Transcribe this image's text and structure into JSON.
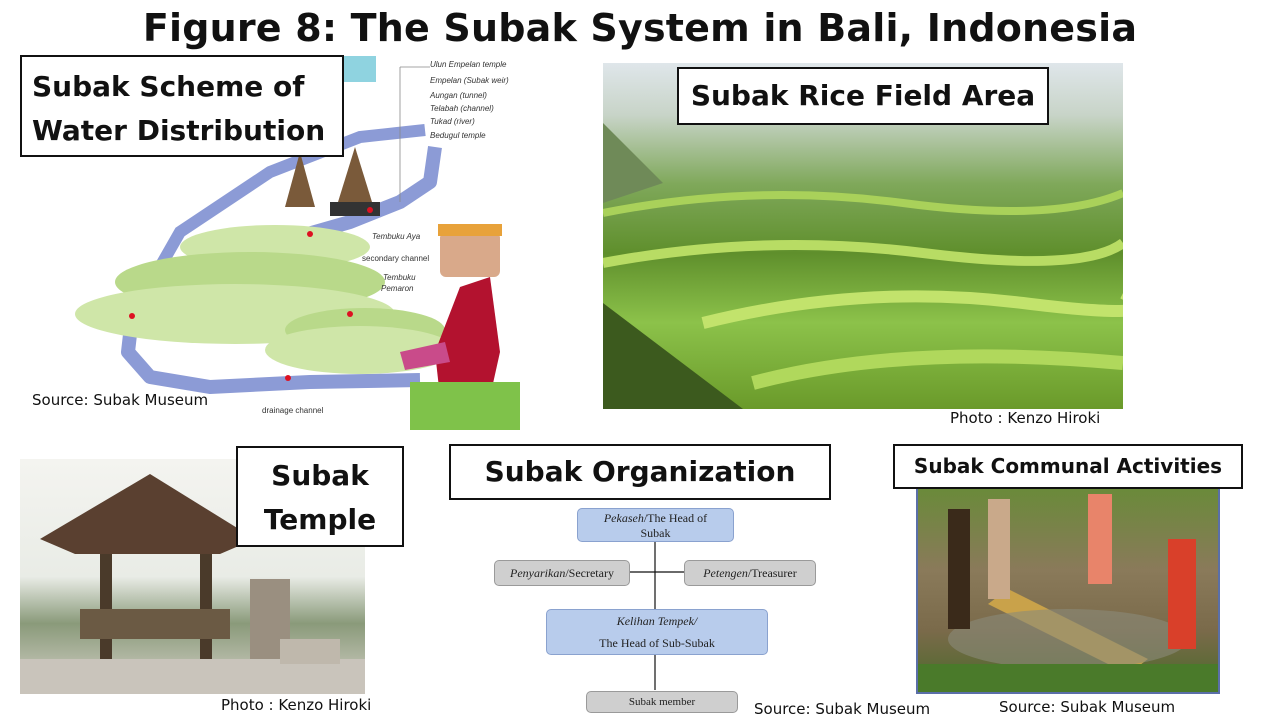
{
  "title": "Figure 8: The Subak System in Bali, Indonesia",
  "scheme": {
    "heading": "Subak Scheme of Water Distribution",
    "source": "Source: Subak Museum",
    "labels": {
      "ulun": "Ulun Empelan temple",
      "empelan": "Empelan (Subak weir)",
      "aungan": "Aungan (tunnel)",
      "telabah": "Telabah (channel)",
      "tukad": "Tukad (river)",
      "bedugul": "Bedugul temple",
      "tembuku_aya": "Tembuku Aya",
      "secondary": "secondary channel",
      "tembuku_pemaron_1": "Tembuku",
      "tembuku_pemaron_2": "Pemaron",
      "drainage": "drainage channel"
    }
  },
  "rice": {
    "heading": "Subak Rice Field Area",
    "credit": "Photo : Kenzo Hiroki"
  },
  "temple": {
    "heading_line1": "Subak",
    "heading_line2": "Temple",
    "credit": "Photo : Kenzo Hiroki"
  },
  "org": {
    "heading": "Subak Organization",
    "pekaseh_em": "Pekaseh",
    "pekaseh_rest": "/The Head of",
    "pekaseh_line2": "Subak",
    "penyarikan_em": "Penyarikan",
    "penyarikan_rest": "/Secretary",
    "petengen_em": "Petengen",
    "petengen_rest": "/Treasurer",
    "kelihan_line1": "Kelihan Tempek/",
    "kelihan_line2": "The Head of Sub-Subak",
    "member": "Subak member",
    "source": "Source: Subak Museum"
  },
  "communal": {
    "heading": "Subak Communal Activities",
    "source": "Source: Subak Museum"
  },
  "colors": {
    "terrace": "#b9d98a",
    "channel": "#8c9bd6",
    "org_box": "#b8ccec",
    "member_box": "#cfcfcf"
  }
}
